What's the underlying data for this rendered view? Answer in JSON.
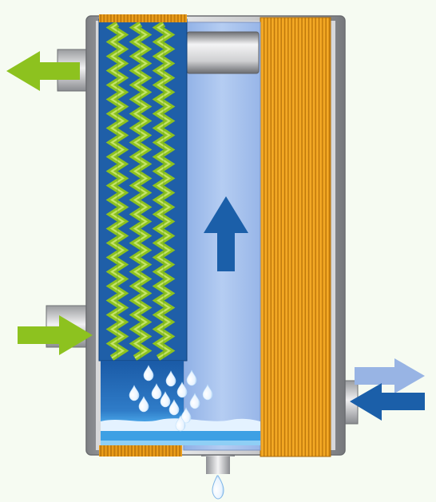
{
  "diagram": {
    "kind": "heat-exchanger-condenser-illustration",
    "colors": {
      "background": "#f6fbf2",
      "casing_dark": "#8f9195",
      "casing_light": "#e2e3e5",
      "plate_orange": "#f0a21c",
      "plate_orange_dark": "#c47d10",
      "plate_blue": "#1f5fa8",
      "plate_green": "#8dc21f",
      "chamber_blue": "#a9c3ee",
      "arrow_green": "#8dc21f",
      "arrow_dark_blue": "#1b5fa9",
      "arrow_light_blue": "#98b4e4",
      "droplet": "#ffffff"
    },
    "arrows": [
      {
        "id": "green-outlet-arrow",
        "direction": "left",
        "color": "arrow_green"
      },
      {
        "id": "green-inlet-arrow",
        "direction": "right",
        "color": "arrow_green"
      },
      {
        "id": "updraft-arrow",
        "direction": "up",
        "color": "arrow_dark_blue"
      },
      {
        "id": "blue-outlet-arrow",
        "direction": "right",
        "color": "arrow_light_blue"
      },
      {
        "id": "blue-inlet-arrow",
        "direction": "left",
        "color": "arrow_dark_blue"
      }
    ],
    "components": [
      "casing",
      "green-plate-stack",
      "condensate-pool",
      "vapour-chamber",
      "top-baffle",
      "orange-plate-stack",
      "drain-nozzle"
    ]
  }
}
